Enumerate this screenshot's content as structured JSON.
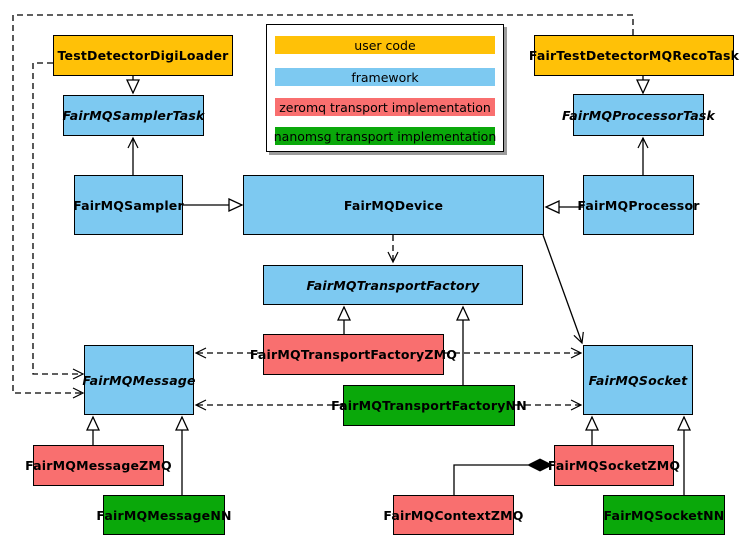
{
  "diagram": {
    "kind": "UML class diagram",
    "subject": "FairMQ framework transport classes"
  },
  "colors": {
    "user_code": "#FFC107",
    "framework": "#7DC9F1",
    "zeromq": "#F96F6F",
    "nanomsg": "#0AA80A",
    "line": "#000000",
    "legend_shadow": "#9c9c9c"
  },
  "legend": {
    "items": [
      {
        "label": "user code",
        "color": "#FFC107"
      },
      {
        "label": "framework",
        "color": "#7DC9F1"
      },
      {
        "label": "zeromq transport implementation",
        "color": "#F96F6F"
      },
      {
        "label": "nanomsg transport implementation",
        "color": "#0AA80A"
      }
    ]
  },
  "nodes": {
    "test_detector_digi_loader": {
      "label": "TestDetectorDigiLoader",
      "category": "user_code",
      "abstract": false
    },
    "fairmq_sampler_task": {
      "label": "FairMQSamplerTask",
      "category": "framework",
      "abstract": true
    },
    "fairmq_sampler": {
      "label": "FairMQSampler",
      "category": "framework",
      "abstract": false
    },
    "fair_test_detector_mq_reco_task": {
      "label": "FairTestDetectorMQRecoTask",
      "category": "user_code",
      "abstract": false
    },
    "fairmq_processor_task": {
      "label": "FairMQProcessorTask",
      "category": "framework",
      "abstract": true
    },
    "fairmq_processor": {
      "label": "FairMQProcessor",
      "category": "framework",
      "abstract": false
    },
    "fairmq_device": {
      "label": "FairMQDevice",
      "category": "framework",
      "abstract": false
    },
    "fairmq_transport_factory": {
      "label": "FairMQTransportFactory",
      "category": "framework",
      "abstract": true
    },
    "fairmq_transport_factory_zmq": {
      "label": "FairMQTransportFactoryZMQ",
      "category": "zeromq",
      "abstract": false
    },
    "fairmq_transport_factory_nn": {
      "label": "FairMQTransportFactoryNN",
      "category": "nanomsg",
      "abstract": false
    },
    "fairmq_message": {
      "label": "FairMQMessage",
      "category": "framework",
      "abstract": true
    },
    "fairmq_socket": {
      "label": "FairMQSocket",
      "category": "framework",
      "abstract": true
    },
    "fairmq_message_zmq": {
      "label": "FairMQMessageZMQ",
      "category": "zeromq",
      "abstract": false
    },
    "fairmq_message_nn": {
      "label": "FairMQMessageNN",
      "category": "nanomsg",
      "abstract": false
    },
    "fairmq_context_zmq": {
      "label": "FairMQContextZMQ",
      "category": "zeromq",
      "abstract": false
    },
    "fairmq_socket_zmq": {
      "label": "FairMQSocketZMQ",
      "category": "zeromq",
      "abstract": false
    },
    "fairmq_socket_nn": {
      "label": "FairMQSocketNN",
      "category": "nanomsg",
      "abstract": false
    }
  },
  "relations": [
    {
      "from": "TestDetectorDigiLoader",
      "to": "FairMQSamplerTask",
      "kind": "inheritance",
      "line": "solid"
    },
    {
      "from": "FairTestDetectorMQRecoTask",
      "to": "FairMQProcessorTask",
      "kind": "inheritance",
      "line": "solid"
    },
    {
      "from": "FairMQSampler",
      "to": "FairMQDevice",
      "kind": "inheritance",
      "line": "solid"
    },
    {
      "from": "FairMQProcessor",
      "to": "FairMQDevice",
      "kind": "inheritance",
      "line": "solid"
    },
    {
      "from": "FairMQSampler",
      "to": "FairMQSamplerTask",
      "kind": "association",
      "line": "solid"
    },
    {
      "from": "FairMQProcessor",
      "to": "FairMQProcessorTask",
      "kind": "association",
      "line": "solid"
    },
    {
      "from": "FairMQDevice",
      "to": "FairMQSocket",
      "kind": "association",
      "line": "solid"
    },
    {
      "from": "FairMQDevice",
      "to": "FairMQTransportFactory",
      "kind": "dependency",
      "line": "dashed"
    },
    {
      "from": "FairMQTransportFactoryZMQ",
      "to": "FairMQTransportFactory",
      "kind": "inheritance",
      "line": "solid"
    },
    {
      "from": "FairMQTransportFactoryNN",
      "to": "FairMQTransportFactory",
      "kind": "inheritance",
      "line": "solid"
    },
    {
      "from": "FairMQTransportFactoryZMQ",
      "to": "FairMQMessage",
      "kind": "dependency",
      "line": "dashed"
    },
    {
      "from": "FairMQTransportFactoryZMQ",
      "to": "FairMQSocket",
      "kind": "dependency",
      "line": "dashed"
    },
    {
      "from": "FairMQTransportFactoryNN",
      "to": "FairMQMessage",
      "kind": "dependency",
      "line": "dashed"
    },
    {
      "from": "FairMQTransportFactoryNN",
      "to": "FairMQSocket",
      "kind": "dependency",
      "line": "dashed"
    },
    {
      "from": "TestDetectorDigiLoader",
      "to": "FairMQMessage",
      "kind": "dependency",
      "line": "dashed"
    },
    {
      "from": "FairTestDetectorMQRecoTask",
      "to": "FairMQMessage",
      "kind": "dependency",
      "line": "dashed"
    },
    {
      "from": "FairMQMessageZMQ",
      "to": "FairMQMessage",
      "kind": "inheritance",
      "line": "solid"
    },
    {
      "from": "FairMQMessageNN",
      "to": "FairMQMessage",
      "kind": "inheritance",
      "line": "solid"
    },
    {
      "from": "FairMQSocketZMQ",
      "to": "FairMQSocket",
      "kind": "inheritance",
      "line": "solid"
    },
    {
      "from": "FairMQSocketNN",
      "to": "FairMQSocket",
      "kind": "inheritance",
      "line": "solid"
    },
    {
      "from": "FairMQContextZMQ",
      "to": "FairMQSocketZMQ",
      "kind": "composition",
      "line": "solid"
    }
  ]
}
